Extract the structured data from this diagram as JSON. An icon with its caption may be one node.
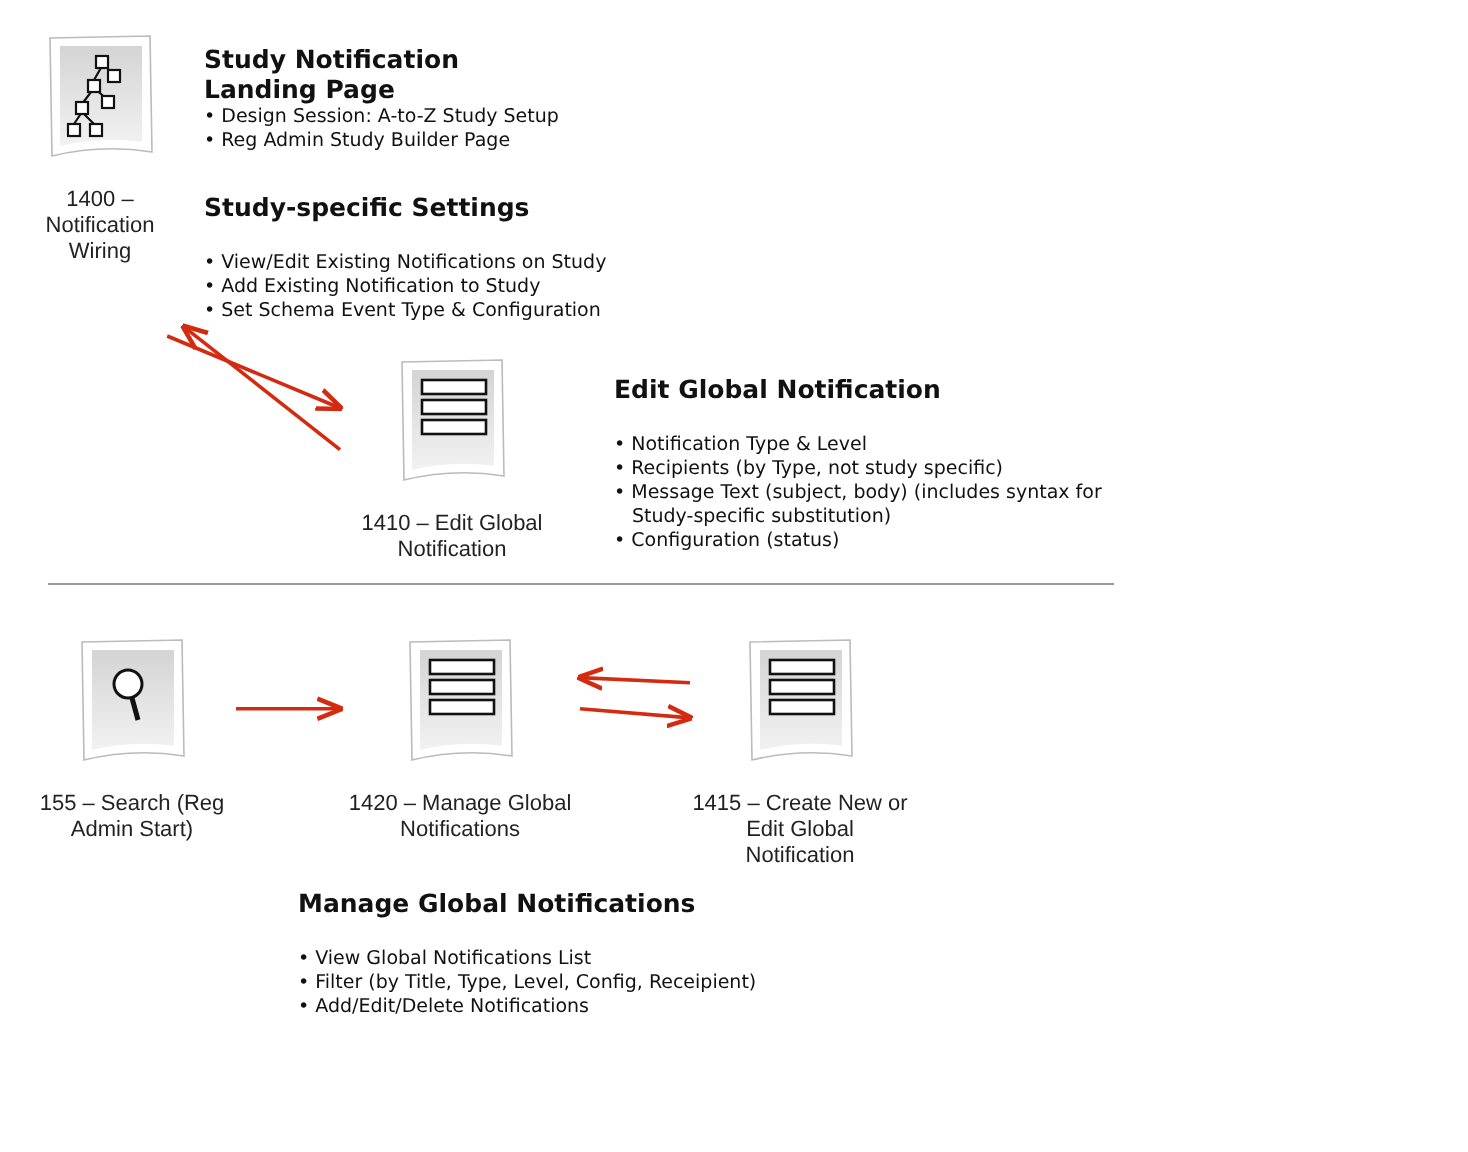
{
  "diagram": {
    "nodes": [
      {
        "text": [
          "1400 – Notification Wiring"
        ]
      },
      {
        "text": [
          "1410 – Edit Global Notification"
        ]
      },
      {
        "text": [
          "155 – Search (Reg Admin Start)"
        ]
      },
      {
        "text": [
          "1420 – Manage Global Notifications"
        ]
      },
      {
        "text": [
          "1415 – Create New or Edit Global Notification"
        ]
      }
    ],
    "edges": [
      {
        "from": 0,
        "to": 1,
        "arrow": "to"
      },
      {
        "from": 1,
        "to": 0,
        "arrow": "to"
      },
      {
        "from": 2,
        "to": 3,
        "arrow": "to"
      },
      {
        "from": 4,
        "to": 3,
        "arrow": "to"
      },
      {
        "from": 3,
        "to": 4,
        "arrow": "to"
      }
    ],
    "labels": [
      "Study Notification Landing Page",
      "• Design Session: A-to-Z Study Setup",
      "• Reg Admin Study Builder Page",
      "Study-specific Settings",
      "• View/Edit Existing Notifications on Study",
      "• Add Existing Notification to Study",
      "• Set Schema Event Type & Configuration",
      "Edit Global Notification",
      "• Notification Type & Level",
      "• Recipients (by Type, not study specific)",
      "• Message Text (subject, body) (includes syntax for Study-specific substitution)",
      "• Configuration (status)",
      "Manage Global Notifications",
      "• View Global Notifications List",
      "• Filter (by Title, Type, Level, Config, Receipient)",
      "• Add/Edit/Delete Notifications"
    ]
  }
}
